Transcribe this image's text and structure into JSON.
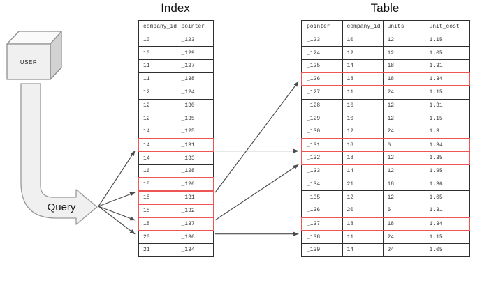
{
  "diagram": {
    "index_title": "Index",
    "table_title": "Table",
    "user_label": "USER",
    "query_label": "Query"
  },
  "index_table": {
    "headers": [
      "company_id",
      "pointer"
    ],
    "rows": [
      [
        "10",
        "_123"
      ],
      [
        "10",
        "_129"
      ],
      [
        "11",
        "_127"
      ],
      [
        "11",
        "_138"
      ],
      [
        "12",
        "_124"
      ],
      [
        "12",
        "_130"
      ],
      [
        "12",
        "_135"
      ],
      [
        "14",
        "_125"
      ],
      [
        "14",
        "_131"
      ],
      [
        "14",
        "_133"
      ],
      [
        "16",
        "_128"
      ],
      [
        "18",
        "_126"
      ],
      [
        "18",
        "_131"
      ],
      [
        "18",
        "_132"
      ],
      [
        "18",
        "_137"
      ],
      [
        "20",
        "_136"
      ],
      [
        "21",
        "_134"
      ]
    ]
  },
  "data_table": {
    "headers": [
      "pointer",
      "company_id",
      "units",
      "unit_cost"
    ],
    "rows": [
      [
        "_123",
        "10",
        "12",
        "1.15"
      ],
      [
        "_124",
        "12",
        "12",
        "1.05"
      ],
      [
        "_125",
        "14",
        "18",
        "1.31"
      ],
      [
        "_126",
        "18",
        "18",
        "1.34"
      ],
      [
        "_127",
        "11",
        "24",
        "1.15"
      ],
      [
        "_128",
        "16",
        "12",
        "1.31"
      ],
      [
        "_129",
        "10",
        "12",
        "1.15"
      ],
      [
        "_130",
        "12",
        "24",
        "1.3"
      ],
      [
        "_131",
        "18",
        "6",
        "1.34"
      ],
      [
        "_132",
        "18",
        "12",
        "1.35"
      ],
      [
        "_133",
        "14",
        "12",
        "1.95"
      ],
      [
        "_134",
        "21",
        "18",
        "1.36"
      ],
      [
        "_135",
        "12",
        "12",
        "1.05"
      ],
      [
        "_136",
        "20",
        "6",
        "1.31"
      ],
      [
        "_137",
        "18",
        "18",
        "1.34"
      ],
      [
        "_138",
        "11",
        "24",
        "1.15"
      ],
      [
        "_139",
        "14",
        "24",
        "1.05"
      ]
    ]
  },
  "highlights": {
    "pointers": [
      "_126",
      "_131",
      "_132",
      "_137"
    ],
    "color": "#ee5656"
  },
  "colors": {
    "table_border": "#2f2f2f",
    "cell_text": "#3a3a3a",
    "arrow": "#4d4d4d",
    "shape_fill": "#f0f0f0",
    "shape_fill_top": "#fafafa",
    "shape_fill_side": "#d2d2d2",
    "shape_stroke": "#8f8f8f"
  }
}
